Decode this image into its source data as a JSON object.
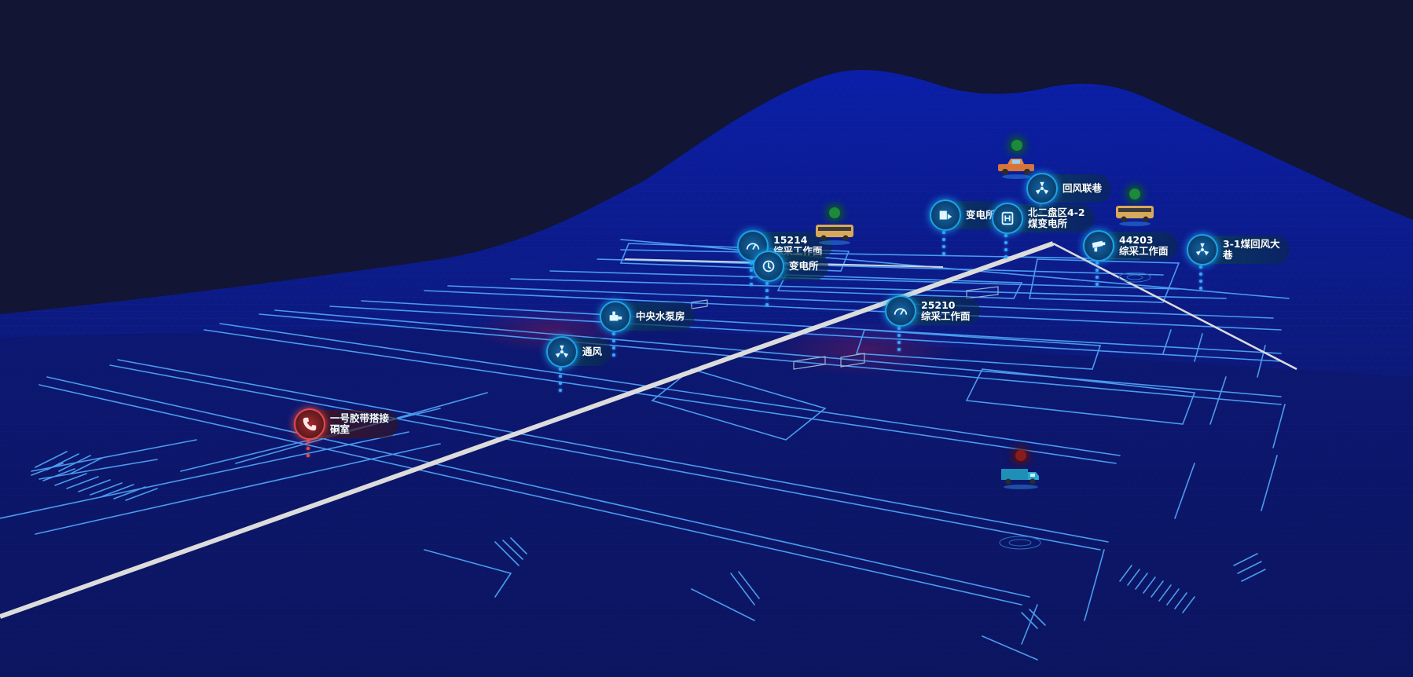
{
  "markers": [
    {
      "id": "m1",
      "label": "回风联巷",
      "icon": "fan-icon",
      "type": "normal"
    },
    {
      "id": "m2",
      "label": "北二盘区4-2\n煤变电所",
      "icon": "power-meter-icon",
      "type": "normal"
    },
    {
      "id": "m3",
      "label": "变电所",
      "icon": "substation-icon",
      "type": "normal"
    },
    {
      "id": "m4",
      "label": "44203\n综采工作面",
      "icon": "camera-icon",
      "type": "normal"
    },
    {
      "id": "m5",
      "label": "3-1煤回风大\n巷",
      "icon": "fan-icon",
      "type": "normal"
    },
    {
      "id": "m6",
      "label": "15214\n综采工作面",
      "icon": "gauge-icon",
      "type": "normal"
    },
    {
      "id": "m7",
      "label": "变电所",
      "icon": "power-meter-icon",
      "type": "normal"
    },
    {
      "id": "m8",
      "label": "中央水泵房",
      "icon": "water-pump-icon",
      "type": "normal"
    },
    {
      "id": "m9",
      "label": "25210\n综采工作面",
      "icon": "gauge-icon",
      "type": "normal"
    },
    {
      "id": "m10",
      "label": "通风",
      "icon": "fan-icon",
      "type": "normal"
    },
    {
      "id": "m11",
      "label": "一号胶带搭接\n硐室",
      "icon": "phone-icon",
      "type": "alarm"
    }
  ],
  "vehicles": [
    {
      "id": "v1",
      "icon": "pickup-truck-icon",
      "status": "green"
    },
    {
      "id": "v2",
      "icon": "bus-icon",
      "status": "green"
    },
    {
      "id": "v3",
      "icon": "bus-icon",
      "status": "green"
    },
    {
      "id": "v4",
      "icon": "truck-icon",
      "status": "red"
    }
  ],
  "colors": {
    "background": "#121533",
    "terrain": "#0a1fae",
    "tunnel": "#4a9bef",
    "road": "#e0e0e0",
    "marker": "#1ba3e8",
    "alarm": "#e84a4a",
    "vehicle_ok": "#1b8a3a",
    "vehicle_alarm": "#8a1b1b"
  }
}
